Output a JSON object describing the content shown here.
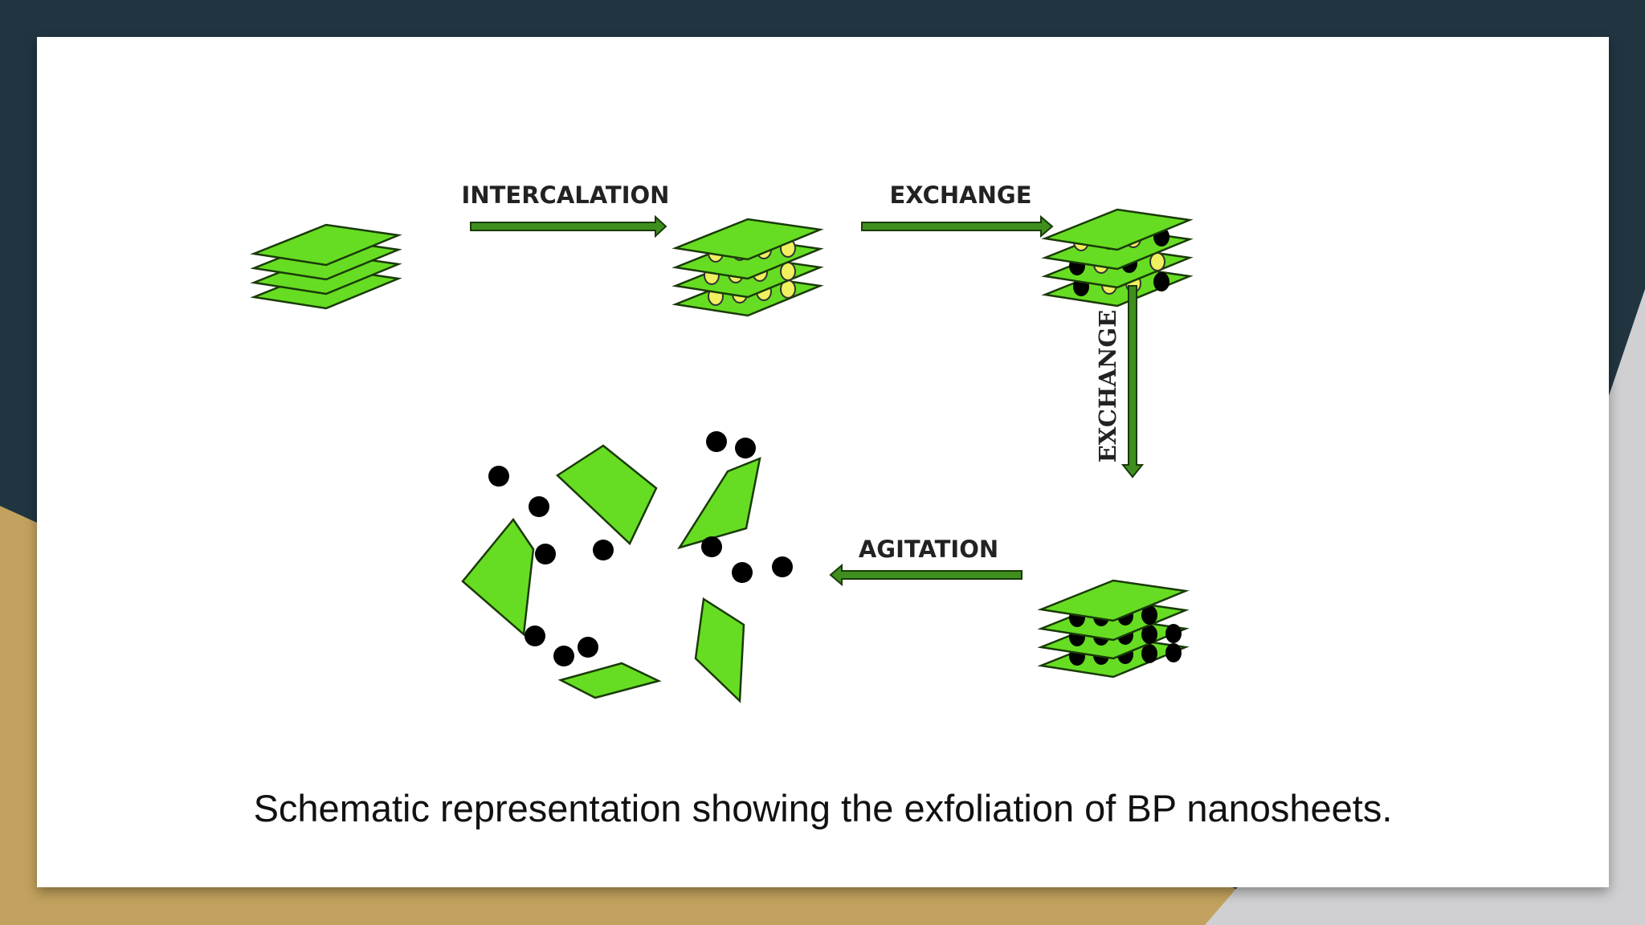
{
  "slide": {
    "caption": "Schematic representation showing the exfoliation of BP nanosheets."
  },
  "diagram": {
    "steps": [
      {
        "id": "intercalation",
        "label": "INTERCALATION"
      },
      {
        "id": "exchange-1",
        "label": "EXCHANGE"
      },
      {
        "id": "exchange-2",
        "label": "EXCHANGE"
      },
      {
        "id": "agitation",
        "label": "AGITATION"
      }
    ],
    "colors": {
      "sheet_fill": "#66dd22",
      "sheet_stroke": "#1a3a08",
      "arrow_fill": "#3f8f1f",
      "intercalant_fill": "#f0f060",
      "exchanged_fill": "#000000",
      "frame_dark": "#213541",
      "frame_gold": "#c2a25e",
      "frame_gray": "#d0d0d2"
    }
  }
}
